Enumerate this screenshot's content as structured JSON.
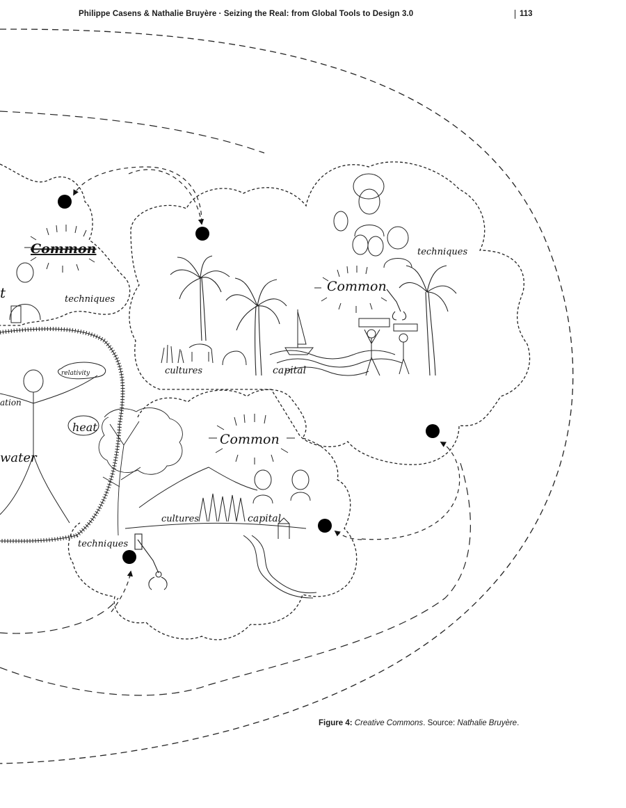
{
  "header": {
    "running_head": "Philippe Casens & Nathalie Bruyère · Seizing the Real: from Global Tools to Design 3.0",
    "page_number": "113"
  },
  "figure": {
    "words": {
      "common_left": "Common",
      "techniques_left": "techniques",
      "relativity": "relativity",
      "ation": "ation",
      "heat": "heat",
      "water": "water",
      "common_top": "Common",
      "techniques_top": "techniques",
      "cultures_top": "cultures",
      "capital_top": "capital",
      "common_bottom": "Common",
      "cultures_bottom": "cultures",
      "capital_bottom": "capital",
      "techniques_bottom": "techniques",
      "fragment_t": "t"
    }
  },
  "caption": {
    "label": "Figure 4:",
    "title": "Creative Commons",
    "source_label": ". Source: ",
    "source": "Nathalie Bruyère",
    "end": "."
  }
}
